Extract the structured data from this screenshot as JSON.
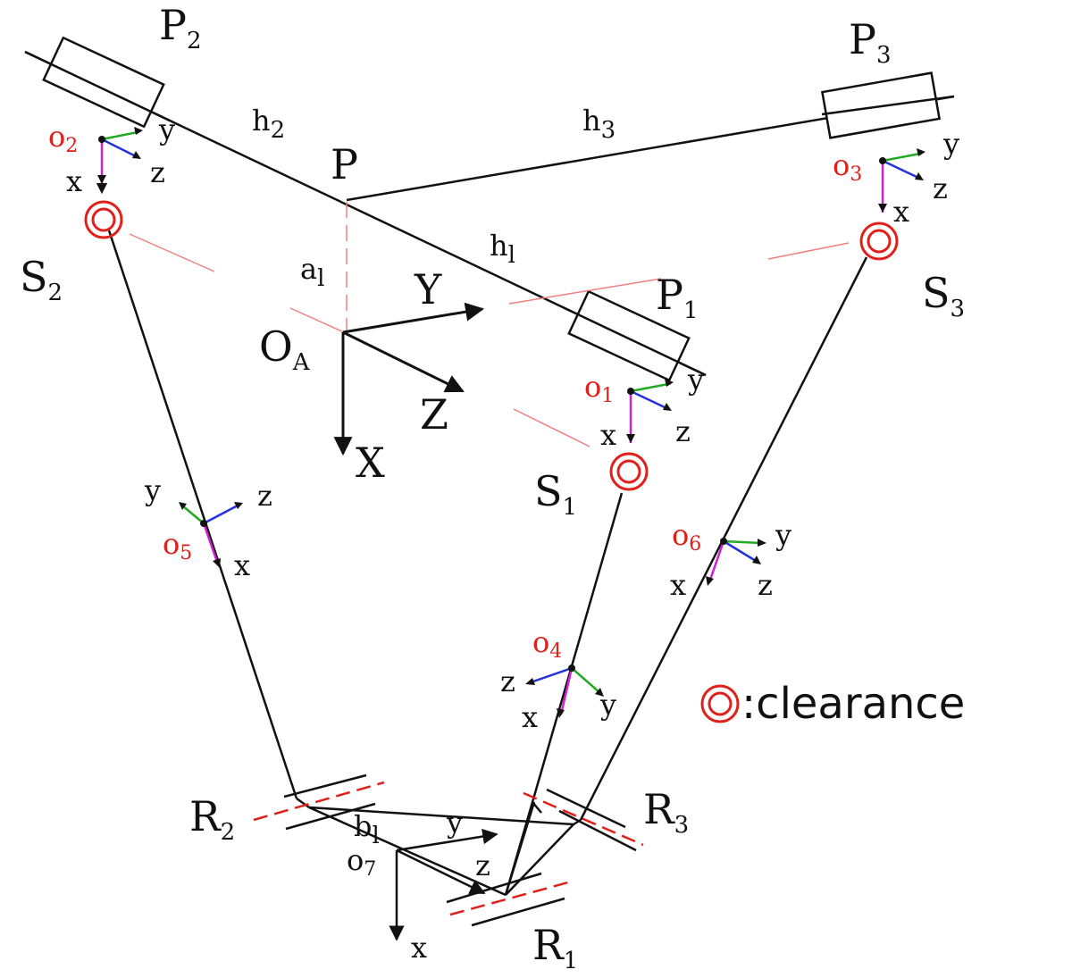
{
  "labels": {
    "P": "P",
    "P1": "P",
    "P1_sub": "1",
    "P2": "P",
    "P2_sub": "2",
    "P3": "P",
    "P3_sub": "3",
    "h1": "h",
    "h1_sub": "l",
    "h2": "h",
    "h2_sub": "2",
    "h3": "h",
    "h3_sub": "3",
    "a1": "a",
    "a1_sub": "l",
    "b1": "b",
    "b1_sub": "l",
    "S1": "S",
    "S1_sub": "1",
    "S2": "S",
    "S2_sub": "2",
    "S3": "S",
    "S3_sub": "3",
    "R1": "R",
    "R1_sub": "1",
    "R2": "R",
    "R2_sub": "2",
    "R3": "R",
    "R3_sub": "3",
    "OA": "O",
    "OA_sub": "A",
    "X": "X",
    "Y": "Y",
    "Z": "Z",
    "o1": "o",
    "o1_sub": "1",
    "o2": "o",
    "o2_sub": "2",
    "o3": "o",
    "o3_sub": "3",
    "o4": "o",
    "o4_sub": "4",
    "o5": "o",
    "o5_sub": "5",
    "o6": "o",
    "o6_sub": "6",
    "o7": "o",
    "o7_sub": "7",
    "x": "x",
    "y": "y",
    "z": "z"
  },
  "legend": {
    "text": ":clearance"
  },
  "colors": {
    "clearance": "#e0201b",
    "axis_x": "#d020d0",
    "axis_y": "#22aa22",
    "axis_z": "#2233dd",
    "line": "#111111",
    "guide": "#f08080"
  }
}
